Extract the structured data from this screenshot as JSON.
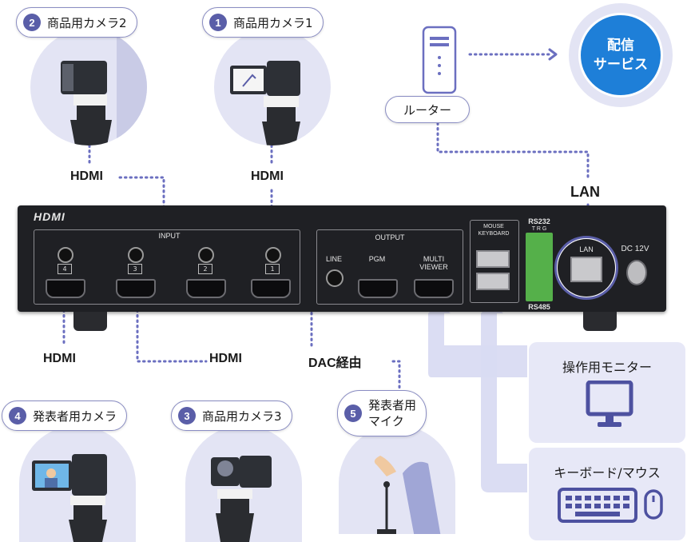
{
  "cameras": {
    "cam1": {
      "num": "1",
      "label": "商品用カメラ1"
    },
    "cam2": {
      "num": "2",
      "label": "商品用カメラ2"
    },
    "cam3": {
      "num": "3",
      "label": "商品用カメラ3"
    },
    "cam4": {
      "num": "4",
      "label": "発表者用カメラ"
    },
    "mic": {
      "num": "5",
      "label_line1": "発表者用",
      "label_line2": "マイク"
    }
  },
  "connections": {
    "hdmi1": "HDMI",
    "hdmi2": "HDMI",
    "hdmi3": "HDMI",
    "hdmi4": "HDMI",
    "dac": "DAC経由",
    "lan": "LAN"
  },
  "router_label": "ルーター",
  "service_label_line1": "配信",
  "service_label_line2": "サービス",
  "device": {
    "logo": "HDMI",
    "input_label": "INPUT",
    "output_label": "OUTPUT",
    "input_ports": [
      "4",
      "3",
      "2",
      "1"
    ],
    "output_line": "LINE",
    "output_pgm": "PGM",
    "output_multi_line1": "MULTI",
    "output_multi_line2": "VIEWER",
    "mouse_line1": "MOUSE",
    "mouse_line2": "KEYBOARD",
    "rs232": "RS232",
    "trg": "T R G",
    "rs485": "RS485",
    "lan_port": "LAN",
    "dc": "DC 12V"
  },
  "monitor_label": "操作用モニター",
  "keyboard_label": "キーボード/マウス",
  "colors": {
    "accent": "#5a5ea8",
    "dotted": "#6b6fc0",
    "service_blue": "#1e7fd8",
    "light_panel": "#e7e8f7",
    "device_body": "#1f2024"
  }
}
